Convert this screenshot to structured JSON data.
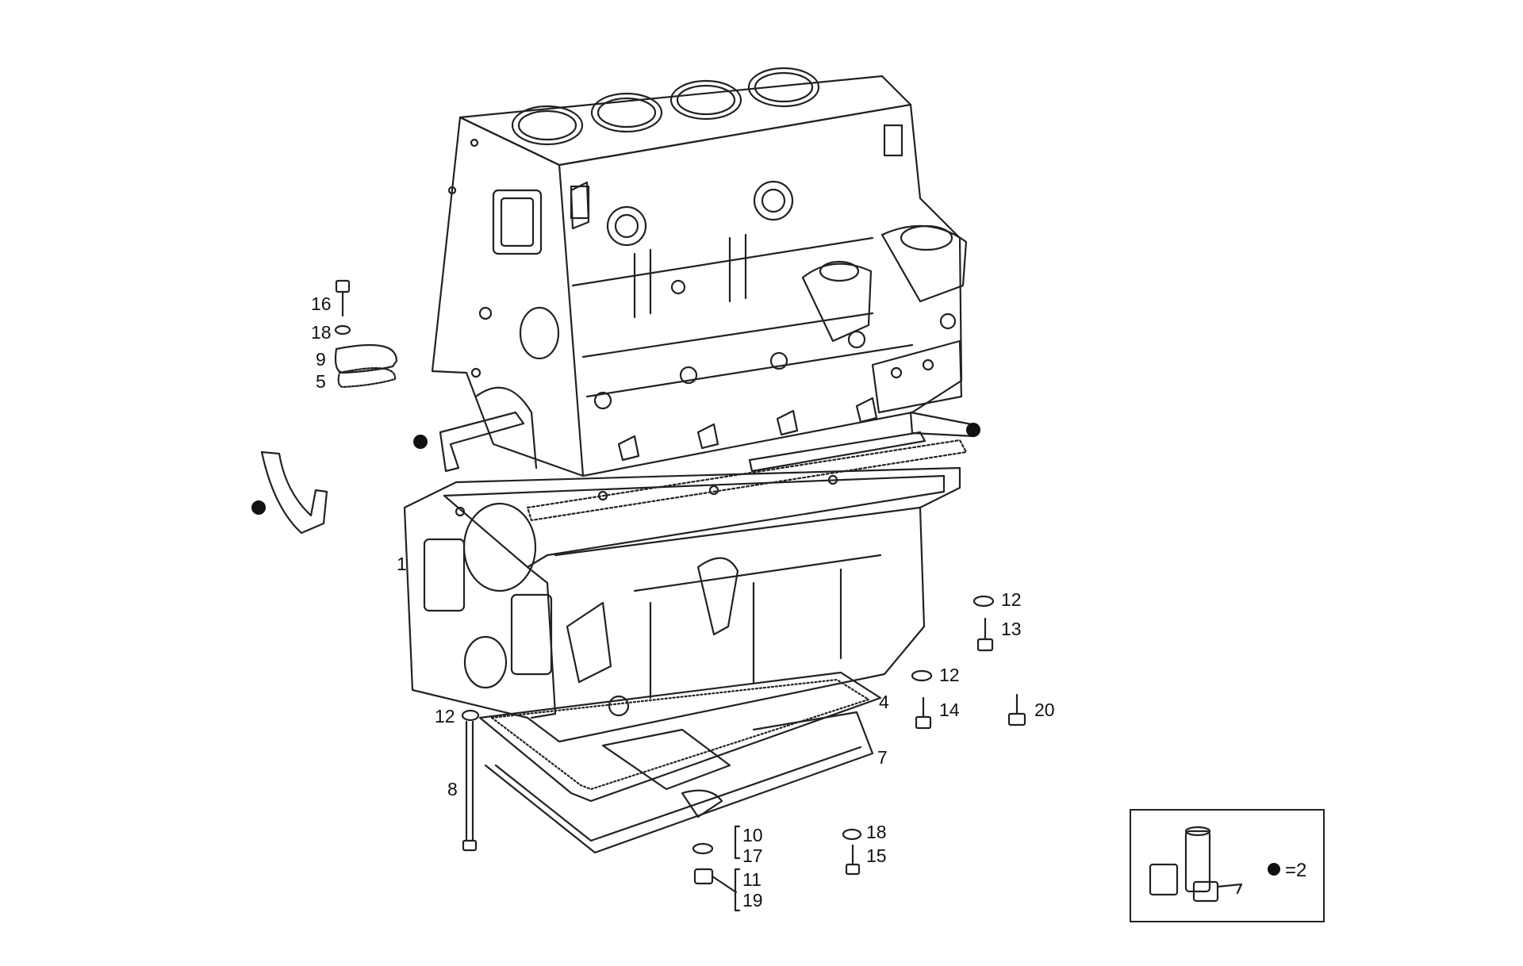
{
  "callouts": [
    {
      "id": "c16",
      "text": "16"
    },
    {
      "id": "c18a",
      "text": "18"
    },
    {
      "id": "c9",
      "text": "9"
    },
    {
      "id": "c5",
      "text": "5"
    },
    {
      "id": "c1",
      "text": "1"
    },
    {
      "id": "c12a",
      "text": "12"
    },
    {
      "id": "c13",
      "text": "13"
    },
    {
      "id": "c12b",
      "text": "12"
    },
    {
      "id": "c4",
      "text": "4"
    },
    {
      "id": "c14",
      "text": "14"
    },
    {
      "id": "c20",
      "text": "20"
    },
    {
      "id": "c12c",
      "text": "12"
    },
    {
      "id": "c7",
      "text": "7"
    },
    {
      "id": "c8",
      "text": "8"
    },
    {
      "id": "c10",
      "text": "10"
    },
    {
      "id": "c17",
      "text": "17"
    },
    {
      "id": "c11",
      "text": "11"
    },
    {
      "id": "c19",
      "text": "19"
    },
    {
      "id": "c18b",
      "text": "18"
    },
    {
      "id": "c15",
      "text": "15"
    }
  ],
  "legend": {
    "text": "=2",
    "dot_meaning_icon": "sealant-tube-icon"
  },
  "colors": {
    "line": "#222222",
    "background": "#ffffff"
  }
}
